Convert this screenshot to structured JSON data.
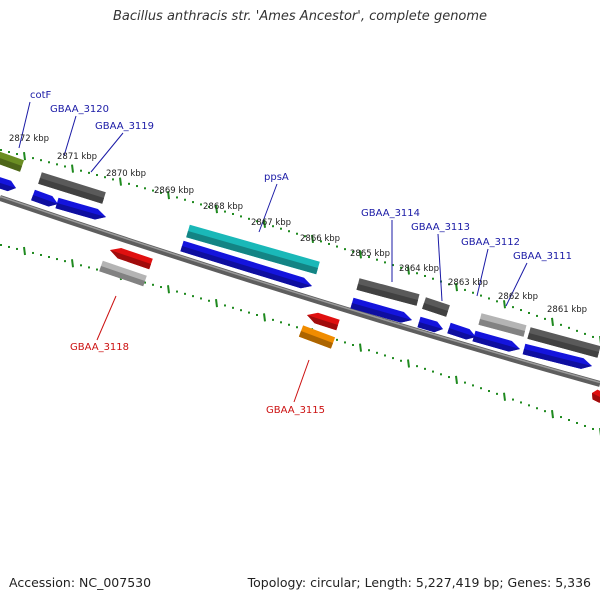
{
  "title": "Bacillus anthracis str. 'Ames Ancestor', complete genome",
  "footer": {
    "accession": "Accession: NC_007530",
    "topology": "Topology: circular; Length: 5,227,419 bp; Genes: 5,336"
  },
  "colors": {
    "backbone": "#7a7a7a",
    "tick": "#1f8a1f",
    "label_forward": "#1a1aa6",
    "label_reverse": "#cc1111",
    "kbp_text": "#222222"
  },
  "kbp_labels": [
    "2872 kbp",
    "2871 kbp",
    "2870 kbp",
    "2869 kbp",
    "2868 kbp",
    "2867 kbp",
    "2866 kbp",
    "2865 kbp",
    "2864 kbp",
    "2863 kbp",
    "2862 kbp",
    "2861 kbp"
  ],
  "features": [
    {
      "id": "cotf",
      "color": "#6b8e23",
      "kind": "block"
    },
    {
      "id": "cotf-cds",
      "color": "#1414dd",
      "kind": "arrow"
    },
    {
      "id": "gbaa3120",
      "color": "#5a5a5a",
      "kind": "block"
    },
    {
      "id": "gbaa3120-cds",
      "color": "#1414dd",
      "kind": "arrow"
    },
    {
      "id": "gbaa3119-cds",
      "color": "#1414dd",
      "kind": "arrow"
    },
    {
      "id": "ppsa",
      "color": "#1ab8b8",
      "kind": "block"
    },
    {
      "id": "ppsa-cds",
      "color": "#1414dd",
      "kind": "arrow"
    },
    {
      "id": "gbaa3114",
      "color": "#5a5a5a",
      "kind": "block"
    },
    {
      "id": "gbaa3114-cds",
      "color": "#1414dd",
      "kind": "arrow"
    },
    {
      "id": "gbaa3113",
      "color": "#5a5a5a",
      "kind": "block"
    },
    {
      "id": "gbaa3113-cds",
      "color": "#1414dd",
      "kind": "arrow"
    },
    {
      "id": "gbaa3112-cds",
      "color": "#1414dd",
      "kind": "arrow"
    },
    {
      "id": "gbaa3112",
      "color": "#b4b4b4",
      "kind": "block"
    },
    {
      "id": "gbaa3112-cds2",
      "color": "#1414dd",
      "kind": "arrow"
    },
    {
      "id": "gbaa3111",
      "color": "#5a5a5a",
      "kind": "block"
    },
    {
      "id": "gbaa3111-cds",
      "color": "#1414dd",
      "kind": "arrow"
    },
    {
      "id": "gbaa3118-cds",
      "color": "#e01010",
      "kind": "arrow"
    },
    {
      "id": "gbaa3118",
      "color": "#b4b4b4",
      "kind": "block"
    },
    {
      "id": "gbaa3115-cds",
      "color": "#e01010",
      "kind": "arrow"
    },
    {
      "id": "gbaa3115",
      "color": "#f08c00",
      "kind": "block"
    },
    {
      "id": "edge-reverse",
      "color": "#e01010",
      "kind": "arrow"
    }
  ],
  "gene_labels": [
    {
      "text": "cotF",
      "strand": "forward"
    },
    {
      "text": "GBAA_3120",
      "strand": "forward"
    },
    {
      "text": "GBAA_3119",
      "strand": "forward"
    },
    {
      "text": "ppsA",
      "strand": "forward"
    },
    {
      "text": "GBAA_3114",
      "strand": "forward"
    },
    {
      "text": "GBAA_3113",
      "strand": "forward"
    },
    {
      "text": "GBAA_3112",
      "strand": "forward"
    },
    {
      "text": "GBAA_3111",
      "strand": "forward"
    },
    {
      "text": "GBAA_3118",
      "strand": "reverse"
    },
    {
      "text": "GBAA_3115",
      "strand": "reverse"
    }
  ]
}
